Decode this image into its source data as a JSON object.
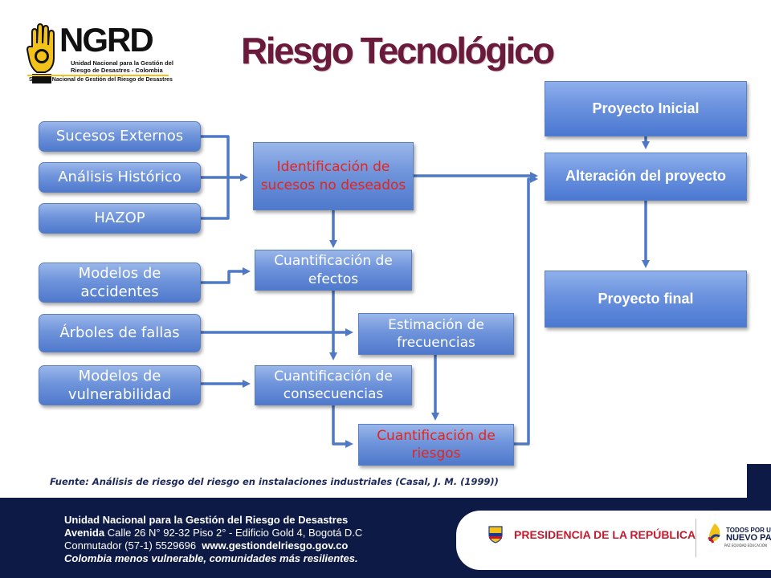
{
  "header": {
    "logo": {
      "name": "NGRD",
      "line1": "Unidad Nacional para la Gestión del",
      "line2": "Riesgo de Desastres - Colombia",
      "line3": "Sistema Nacional de Gestión del Riesgo de Desastres"
    },
    "title": "Riesgo Tecnológico"
  },
  "diagram": {
    "inputs": {
      "sucesos_externos": "Sucesos Externos",
      "analisis_historico": "Análisis Histórico",
      "hazop": "HAZOP",
      "modelos_accidentes": "Modelos de accidentes",
      "arboles_fallas": "Árboles de fallas",
      "modelos_vulnerabilidad": "Modelos de vulnerabilidad"
    },
    "process": {
      "identificacion": "Identificación de sucesos no deseados",
      "cuant_efectos": "Cuantificación de efectos",
      "estimacion_frecuencias": "Estimación de frecuencias",
      "cuant_consecuencias": "Cuantificación de consecuencias",
      "cuant_riesgos": "Cuantificación de riesgos"
    },
    "project": {
      "inicial": "Proyecto Inicial",
      "alteracion": "Alteración del proyecto",
      "final": "Proyecto final"
    },
    "colors": {
      "box_fill": "#6f94db",
      "arrow": "#4f79c6",
      "highlight_text": "#e8231b",
      "title": "#6a1a3b"
    }
  },
  "source": "Fuente: Análisis de riesgo del riesgo en instalaciones industriales (Casal, J. M. (1999))",
  "footer": {
    "org": "Unidad Nacional para la Gestión del Riesgo de Desastres",
    "address_label": "Avenida",
    "address": "Calle 26 N° 92-32 Piso 2° - Edificio Gold 4, Bogotá D.C",
    "phone": "Conmutador (57-1) 5529696",
    "website": "www.gestiondelriesgo.gov.co",
    "slogan": "Colombia menos vulnerable, comunidades más resilientes.",
    "presidencia": "PRESIDENCIA DE LA REPÚBLICA",
    "todos_line1": "TODOS POR UN",
    "todos_line2": "NUEVO PAÍS",
    "todos_sub": "PAZ EQUIDAD EDUCACIÓN"
  }
}
